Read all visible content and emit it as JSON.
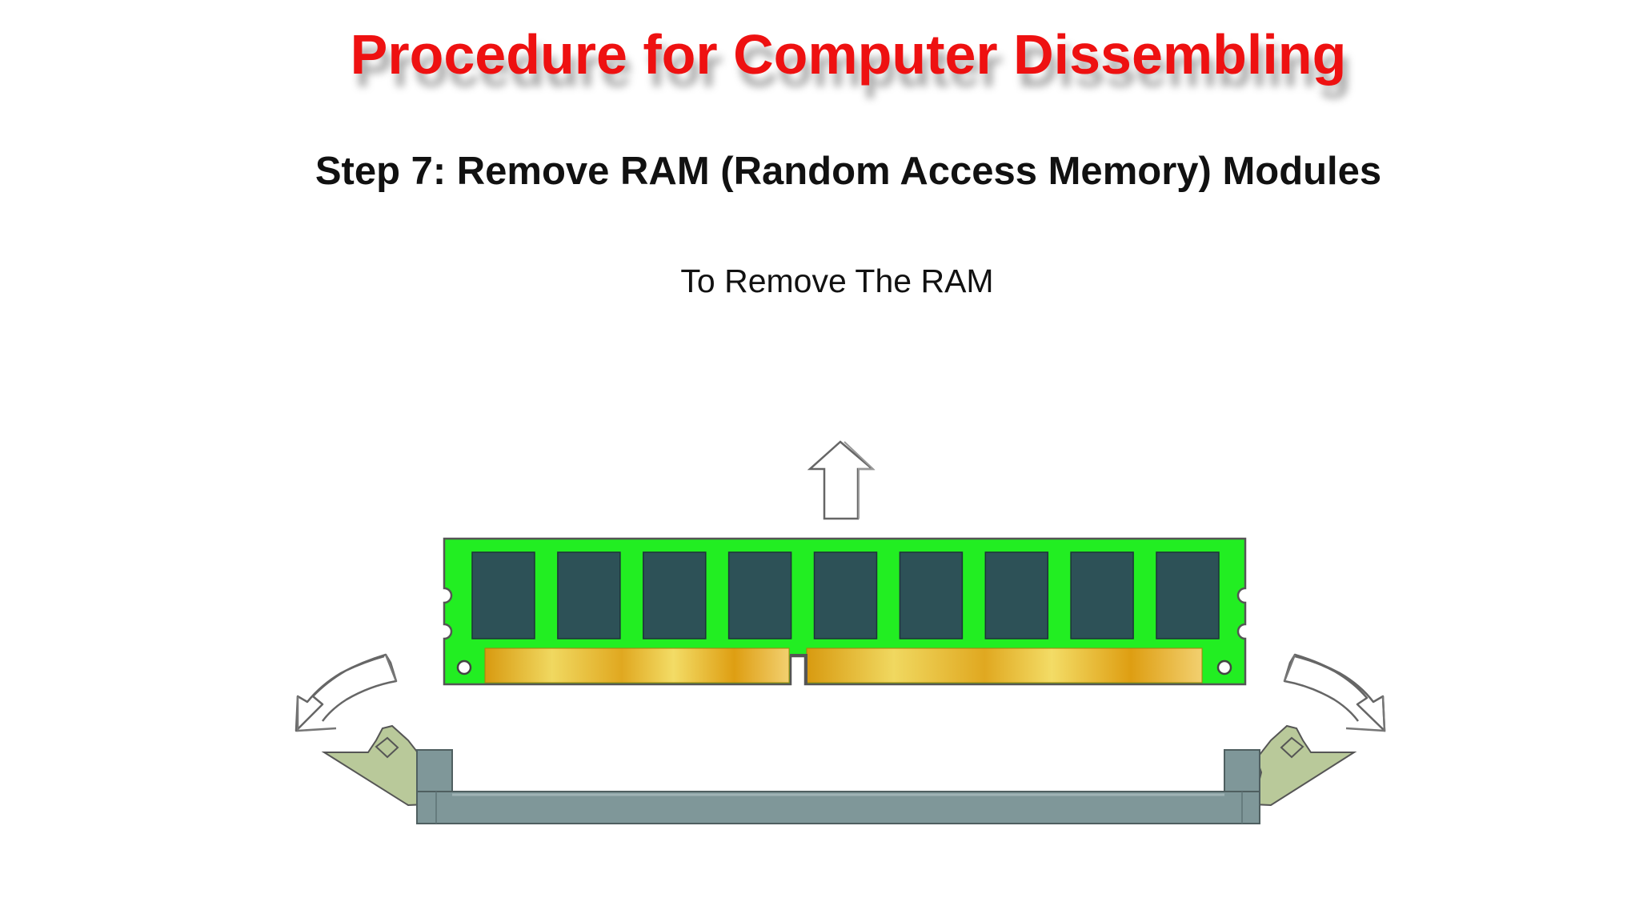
{
  "slide": {
    "title": "Procedure for Computer Dissembling",
    "subtitle": "Step 7: Remove RAM (Random Access Memory) Modules",
    "caption": "To Remove The RAM"
  },
  "diagram": {
    "chip_count": 9,
    "colors": {
      "pcb": "#22ee22",
      "chip": "#2d5157",
      "contacts_dark": "#d89a10",
      "contacts_light": "#f0d860",
      "slot": "#7f9799",
      "clip": "#b9c99a",
      "arrow_fill": "#ffffff",
      "arrow_stroke": "#666666"
    },
    "icons": [
      "up-arrow-icon",
      "curved-arrow-left-icon",
      "curved-arrow-right-icon"
    ]
  }
}
